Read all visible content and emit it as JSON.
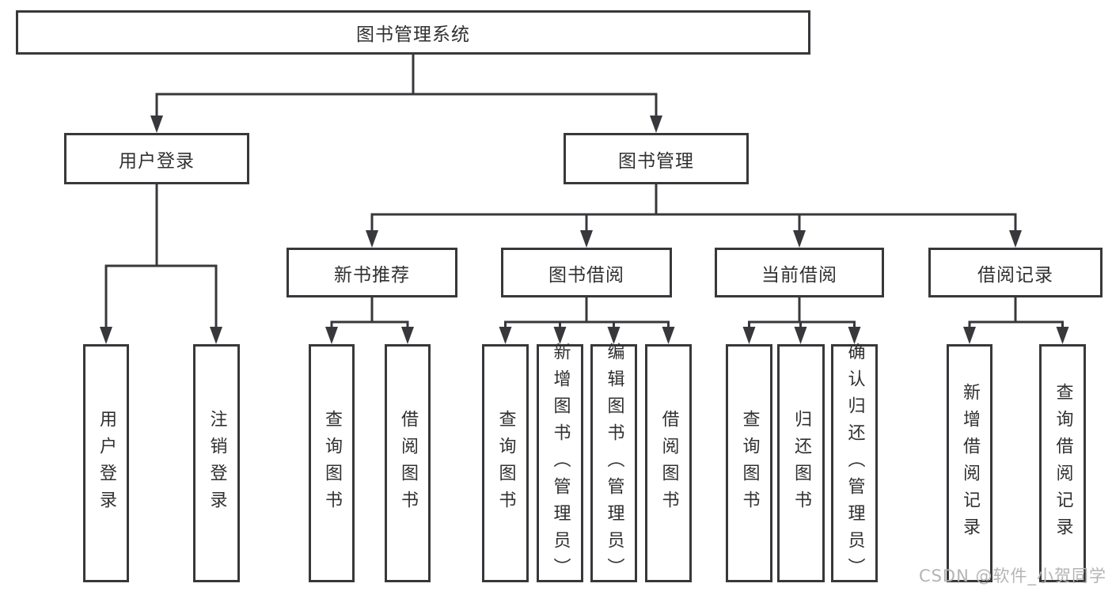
{
  "tree": {
    "label": "图书管理系统",
    "children": [
      {
        "label": "用户登录",
        "children": [
          {
            "label": "用户登录"
          },
          {
            "label": "注销登录"
          }
        ]
      },
      {
        "label": "图书管理",
        "children": [
          {
            "label": "新书推荐",
            "children": [
              {
                "label": "查询图书"
              },
              {
                "label": "借阅图书"
              }
            ]
          },
          {
            "label": "图书借阅",
            "children": [
              {
                "label": "查询图书"
              },
              {
                "label": "新增图书（管理员）"
              },
              {
                "label": "编辑图书（管理员）"
              },
              {
                "label": "借阅图书"
              }
            ]
          },
          {
            "label": "当前借阅",
            "children": [
              {
                "label": "查询图书"
              },
              {
                "label": "归还图书"
              },
              {
                "label": "确认归还（管理员）"
              }
            ]
          },
          {
            "label": "借阅记录",
            "children": [
              {
                "label": "新增借阅记录"
              },
              {
                "label": "查询借阅记录"
              }
            ]
          }
        ]
      }
    ]
  },
  "watermark": "CSDN @软件_小贺同学",
  "colors": {
    "line": "#38383c",
    "text": "#303030",
    "watermark": "#b4b4b4"
  }
}
